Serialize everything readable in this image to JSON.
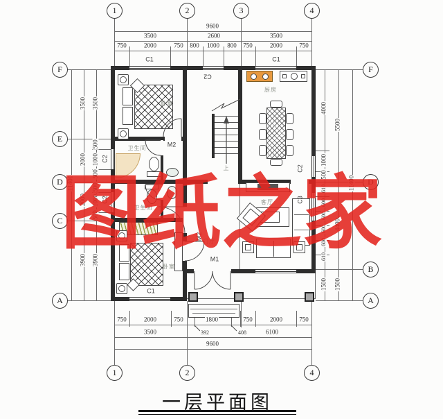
{
  "watermark": {
    "text": "图纸之家",
    "chars": [
      "图",
      "纸",
      "之",
      "家"
    ],
    "color": "#e4251f"
  },
  "title": {
    "text": "一层平面图"
  },
  "grid": {
    "top": [
      "1",
      "2",
      "3",
      "4"
    ],
    "bottom": [
      "1",
      "2",
      "4"
    ],
    "left": [
      "F",
      "E",
      "D",
      "C",
      "A"
    ],
    "right": [
      "F",
      "D",
      "B",
      "A"
    ]
  },
  "dims": {
    "top": {
      "total": "9600",
      "spans": [
        "3500",
        "2600",
        "3500"
      ],
      "details": [
        "750",
        "2000",
        "750",
        "800",
        "1000",
        "800",
        "750",
        "2000",
        "750"
      ]
    },
    "bottom": {
      "total": "9600",
      "spans": [
        "3500",
        "6100"
      ],
      "small": [
        "392",
        "408"
      ],
      "details": [
        "750",
        "2000",
        "750",
        "1800",
        "750",
        "2000",
        "750"
      ]
    },
    "left": {
      "total": "11400",
      "spans": [
        "3500",
        "2000",
        "2000",
        "3900"
      ],
      "details": [
        "3500",
        "500",
        "1000",
        "500",
        "500",
        "1000",
        "500",
        "3900"
      ]
    },
    "right": {
      "total": "11400",
      "spans": [
        "5500",
        "4400",
        "1500"
      ],
      "details": [
        "4000",
        "1000",
        "500",
        "610",
        "600",
        "600",
        "600",
        "600",
        "610",
        "1500"
      ]
    }
  },
  "rooms": {
    "bedroom1": "卧室",
    "bedroom2": "卧室",
    "bath1": "卫生间",
    "bath2": "卫生间",
    "kitchen": "厨房",
    "living": "客厅",
    "foyer": "门厅",
    "stair_up": "上"
  },
  "tags": {
    "c1": "C1",
    "c2": "C2",
    "c3": "C3",
    "m1": "M1",
    "m2": "M2"
  }
}
